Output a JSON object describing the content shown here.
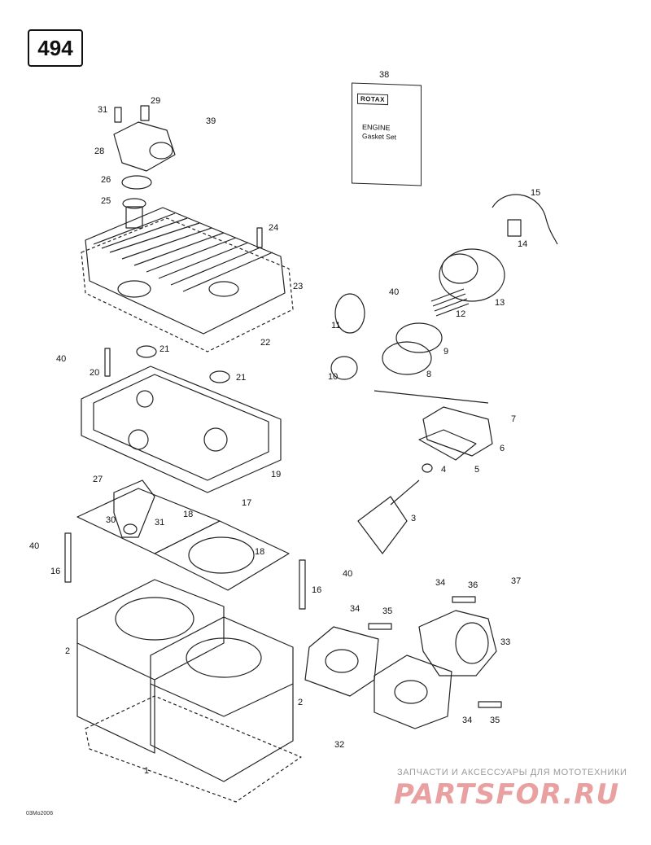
{
  "page_number": "494",
  "gasket_kit": {
    "logo": "ROTAX",
    "line1": "ENGINE",
    "line2": "Gasket Set"
  },
  "callouts": [
    "38",
    "31",
    "29",
    "39",
    "28",
    "26",
    "25",
    "24",
    "23",
    "22",
    "21",
    "21",
    "40",
    "20",
    "15",
    "14",
    "13",
    "12",
    "40",
    "11",
    "9",
    "10",
    "8",
    "7",
    "6",
    "5",
    "4",
    "3",
    "19",
    "27",
    "17",
    "18",
    "30",
    "31",
    "18",
    "40",
    "16",
    "40",
    "16",
    "34",
    "36",
    "37",
    "34",
    "35",
    "33",
    "2",
    "2",
    "32",
    "34",
    "35",
    "1"
  ],
  "reference_code": "03Mo2006",
  "watermark": {
    "tagline": "ЗАПЧАСТИ И АКСЕССУАРЫ ДЛЯ МОТОТЕХНИКИ",
    "logo": "PARTSFOR.RU"
  }
}
